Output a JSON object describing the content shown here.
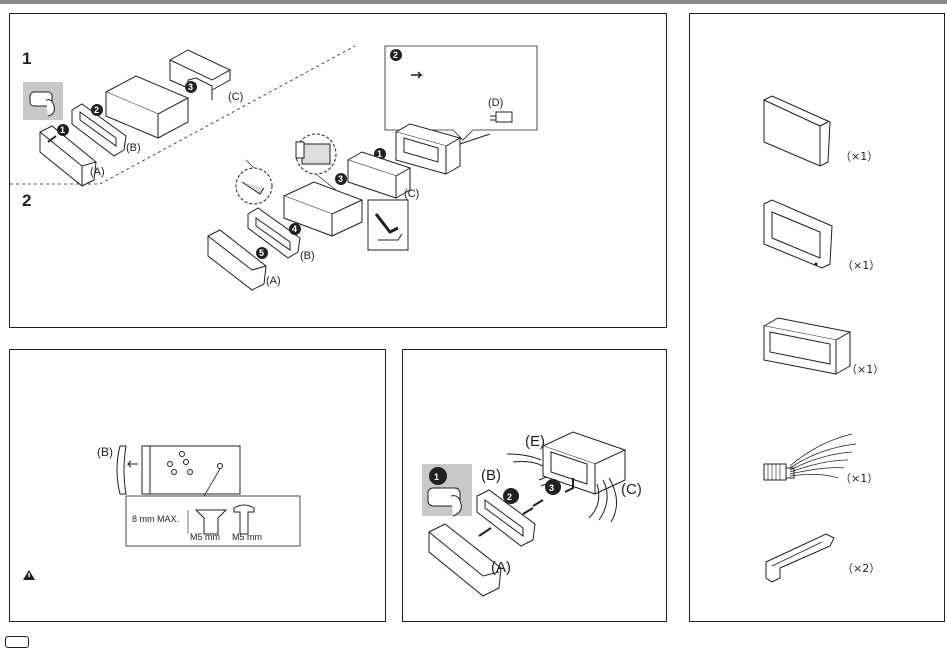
{
  "install": {
    "steps": [
      "1",
      "2"
    ],
    "labels": {
      "a": "(A)",
      "b": "(B)",
      "c": "(C)",
      "d": "(D)"
    },
    "badges": [
      "1",
      "2",
      "3",
      "4",
      "5"
    ]
  },
  "mount": {
    "b_label": "(B)",
    "max_depth": "8 mm MAX.",
    "screw_left": "M5 mm",
    "screw_right": "M5 mm"
  },
  "removal": {
    "labels": {
      "a": "(A)",
      "b": "(B)",
      "c": "(C)",
      "e": "(E)"
    },
    "badges": [
      "1",
      "2",
      "3"
    ]
  },
  "parts": [
    {
      "name": "faceplate",
      "qty": "（×1）"
    },
    {
      "name": "trim-plate",
      "qty": "（×1）"
    },
    {
      "name": "mounting-sleeve",
      "qty": "（×1）"
    },
    {
      "name": "wiring-harness",
      "qty": "（×1）"
    },
    {
      "name": "extraction-key",
      "qty": "（×2）"
    }
  ]
}
